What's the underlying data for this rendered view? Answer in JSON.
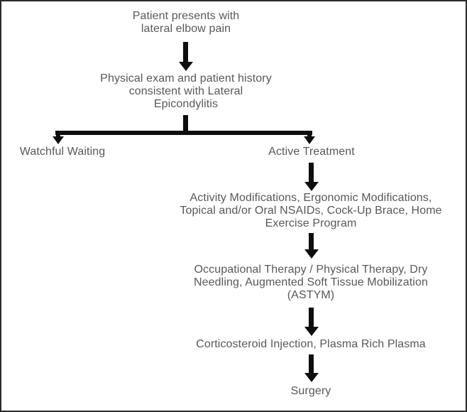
{
  "diagram": {
    "type": "flowchart",
    "topic": "Lateral Epicondylitis treatment algorithm"
  },
  "colors": {
    "background": "#ffffff",
    "border": "#2a2a2a",
    "line": "#0e0e0e",
    "text": "#57585a"
  },
  "nodes": {
    "presenting": {
      "lines": [
        "Patient presents with",
        "lateral elbow pain"
      ]
    },
    "exam": {
      "lines": [
        "Physical exam and patient history",
        "consistent with Lateral",
        "Epicondylitis"
      ]
    },
    "watchful": {
      "label": "Watchful Waiting"
    },
    "active": {
      "label": "Active Treatment"
    },
    "conservative": {
      "lines": [
        "Activity Modifications, Ergonomic Modifications,",
        "Topical and/or Oral NSAIDs, Cock-Up Brace, Home",
        "Exercise Program"
      ]
    },
    "therapy": {
      "lines": [
        "Occupational Therapy / Physical Therapy, Dry",
        "Needling, Augmented Soft Tissue Mobilization",
        "(ASTYM)"
      ]
    },
    "injection": {
      "label": "Corticosteroid Injection, Plasma Rich Plasma"
    },
    "surgery": {
      "label": "Surgery"
    }
  }
}
